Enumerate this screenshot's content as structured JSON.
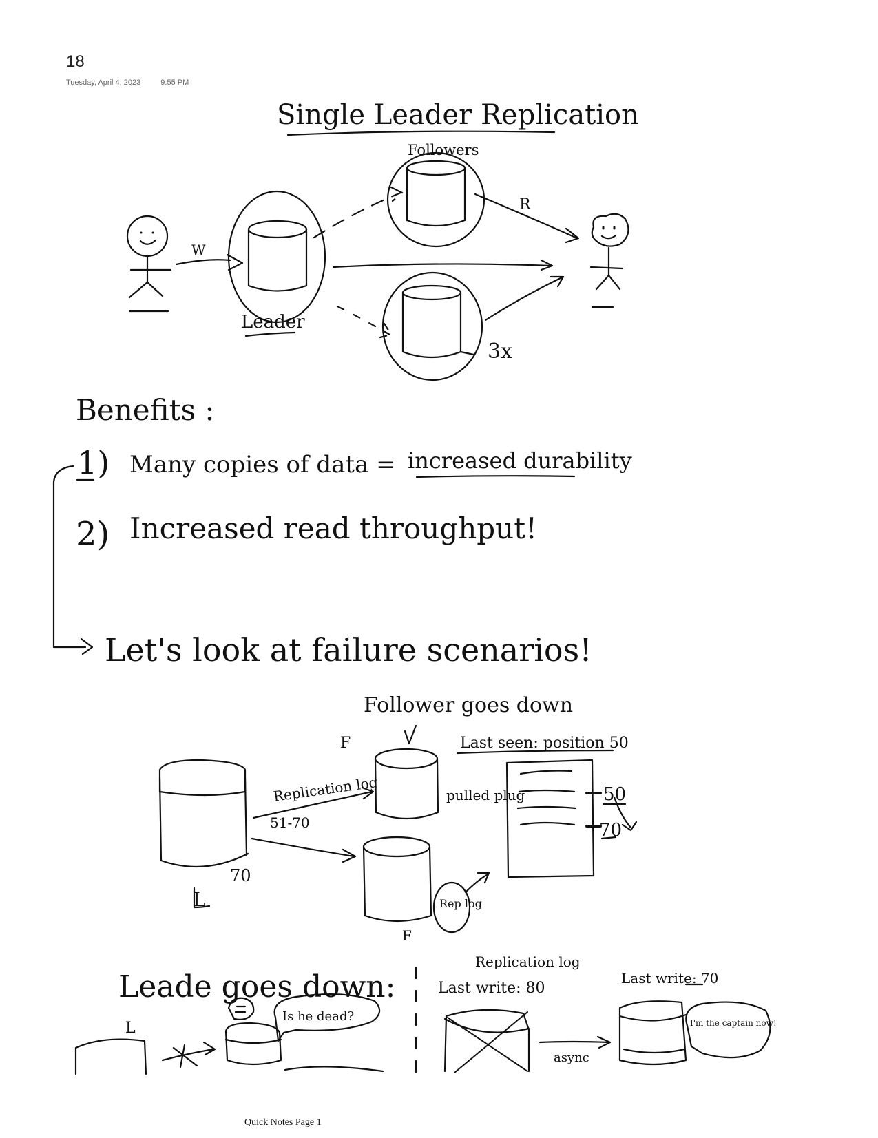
{
  "header": {
    "page_number": "18",
    "date": "Tuesday, April 4, 2023",
    "time": "9:55 PM"
  },
  "diagram1": {
    "title": "Single Leader Replication",
    "followers_label": "Followers",
    "write_label": "W",
    "read_label": "R",
    "leader_label": "Leader",
    "multiplier_label": "3x"
  },
  "benefits": {
    "heading": "Benefits :",
    "item1_number": "1)",
    "item1_text": "Many copies of data =",
    "item1_emphasis": "increased durability",
    "item2_number": "2)",
    "item2_text": "Increased read throughput!",
    "transition": "Let's look at failure scenarios!"
  },
  "diagram2": {
    "title": "Follower goes down",
    "follower_top_label": "F",
    "checkmark": "√",
    "last_seen": "Last seen: position 50",
    "replication_log_label": "Replication log",
    "range_label": "51-70",
    "pulled_plug": "pulled plug",
    "leader_label": "L",
    "leader_position": "70",
    "log_mark_50": "50",
    "log_mark_70": "70",
    "rep_log_bubble": "Rep log",
    "follower_bottom_label": "F"
  },
  "diagram3": {
    "title": "Leade goes down:",
    "leader_label": "L",
    "speech_dead": "Is he dead?",
    "replication_log_label": "Replication log",
    "last_write_80": "Last write: 80",
    "last_write_70": "Last write: 70",
    "async_label": "async",
    "speech_captain": "I'm the captain now!"
  },
  "footer": {
    "text": "Quick Notes Page 1"
  }
}
